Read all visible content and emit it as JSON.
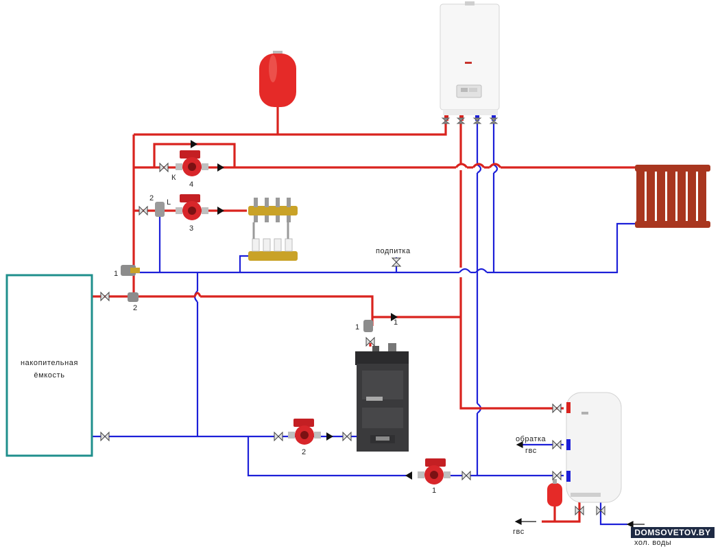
{
  "labels": {
    "storage_tank": [
      "накопительная",
      "ёмкость"
    ],
    "makeup": "подпитка",
    "dhw_return": [
      "обратка",
      "гвс"
    ],
    "dhw_out": "гвс",
    "cold_water": "хол. воды",
    "watermark": "DOMSOVETOV.BY"
  },
  "markers": {
    "pump_radiator": "4",
    "pump_floor": "3",
    "pump_boiler": "2",
    "pump_dhw": "1",
    "valve_floor": "2",
    "valve_k": "К",
    "valve_l": "L",
    "three_way_left_top": "1",
    "three_way_left_bottom": "2",
    "three_way_boiler": "1",
    "valve_boiler_out": "1"
  },
  "colors": {
    "supply": "#d9231e",
    "return": "#1c1fd8",
    "tank_outline": "#1f8f8c",
    "pump_body": "#d8262a",
    "expansion_tank": "#e52a28",
    "radiator": "#a8361f",
    "solid_fuel_boiler": "#3a3a3c",
    "watermark_bg": "#1e2a44"
  },
  "icons": [
    "gas-boiler-icon",
    "expansion-tank-icon",
    "circulation-pump-icon",
    "radiator-icon",
    "manifold-icon",
    "solid-fuel-boiler-icon",
    "water-heater-icon",
    "ball-valve-icon",
    "check-valve-icon"
  ]
}
